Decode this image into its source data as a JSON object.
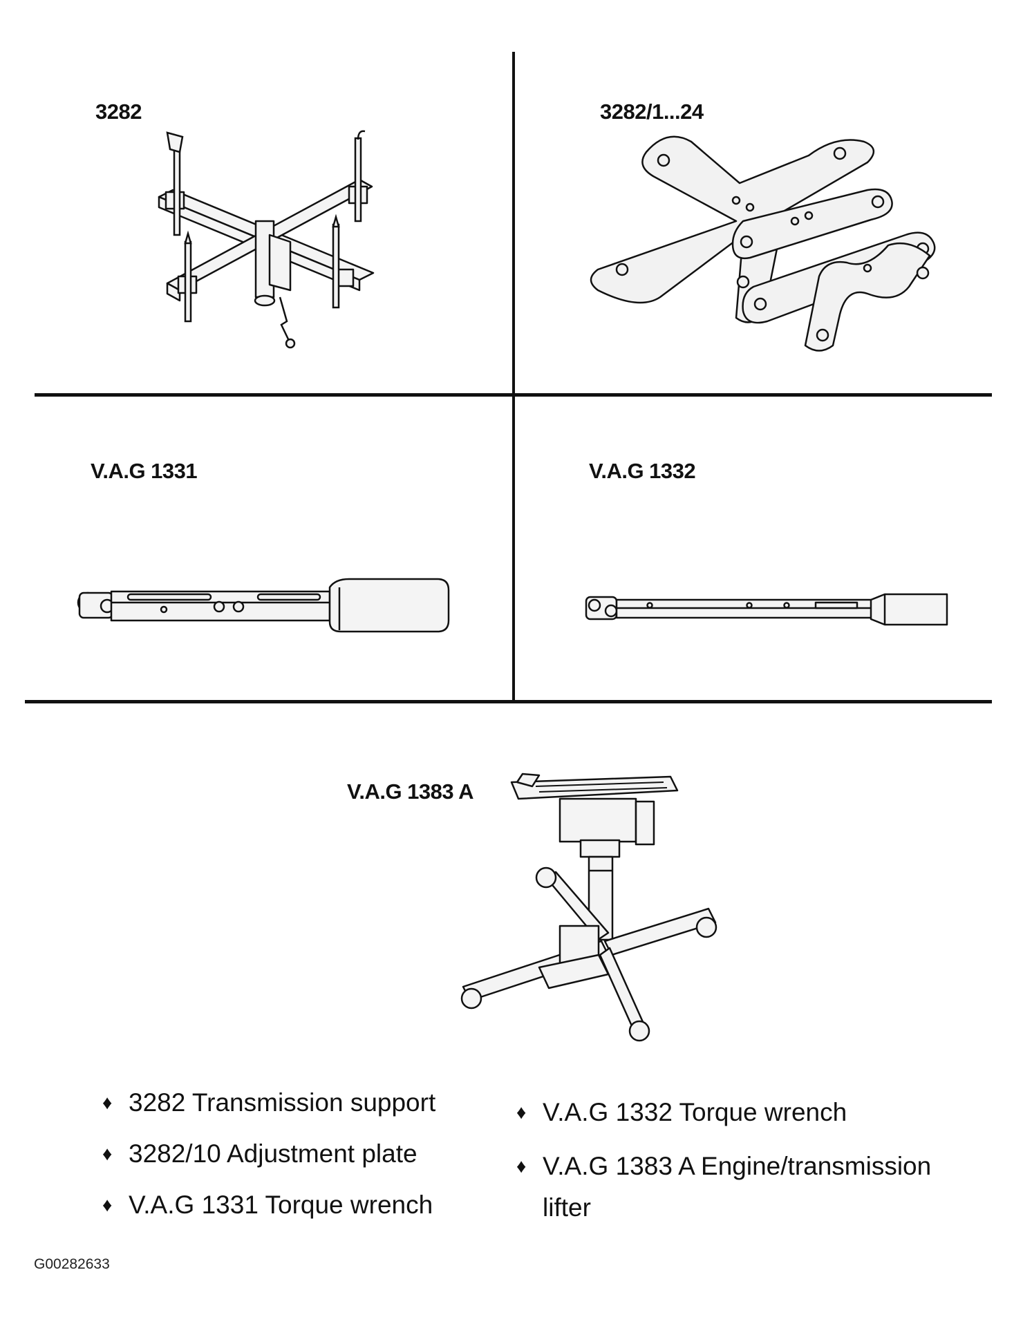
{
  "tools": [
    {
      "id": "3282",
      "label": "3282"
    },
    {
      "id": "3282-1-24",
      "label": "3282/1...24"
    },
    {
      "id": "vag-1331",
      "label": "V.A.G 1331"
    },
    {
      "id": "vag-1332",
      "label": "V.A.G 1332"
    },
    {
      "id": "vag-1383a",
      "label": "V.A.G 1383 A"
    }
  ],
  "legend": {
    "bullet": "♦",
    "left": [
      "3282 Transmission support",
      "3282/10 Adjustment plate",
      "V.A.G 1331 Torque wrench"
    ],
    "right": [
      "V.A.G 1332 Torque wrench",
      "V.A.G 1383 A Engine/transmission lifter"
    ]
  },
  "figure_code": "G00282633"
}
